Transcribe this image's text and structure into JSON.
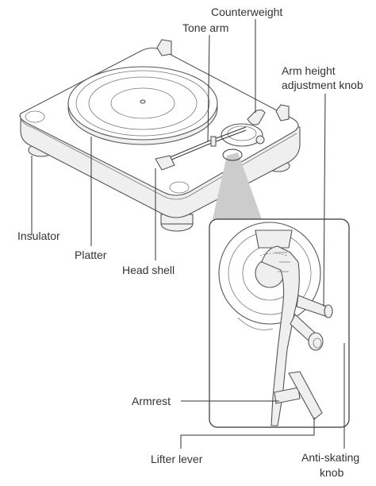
{
  "labels": {
    "counterweight": "Counterweight",
    "tone_arm": "Tone arm",
    "arm_height_line1": "Arm height",
    "arm_height_line2": "adjustment knob",
    "insulator": "Insulator",
    "platter": "Platter",
    "head_shell": "Head shell",
    "armrest": "Armrest",
    "lifter_lever": "Lifter lever",
    "anti_skating_line1": "Anti-skating",
    "anti_skating_line2": "knob"
  }
}
